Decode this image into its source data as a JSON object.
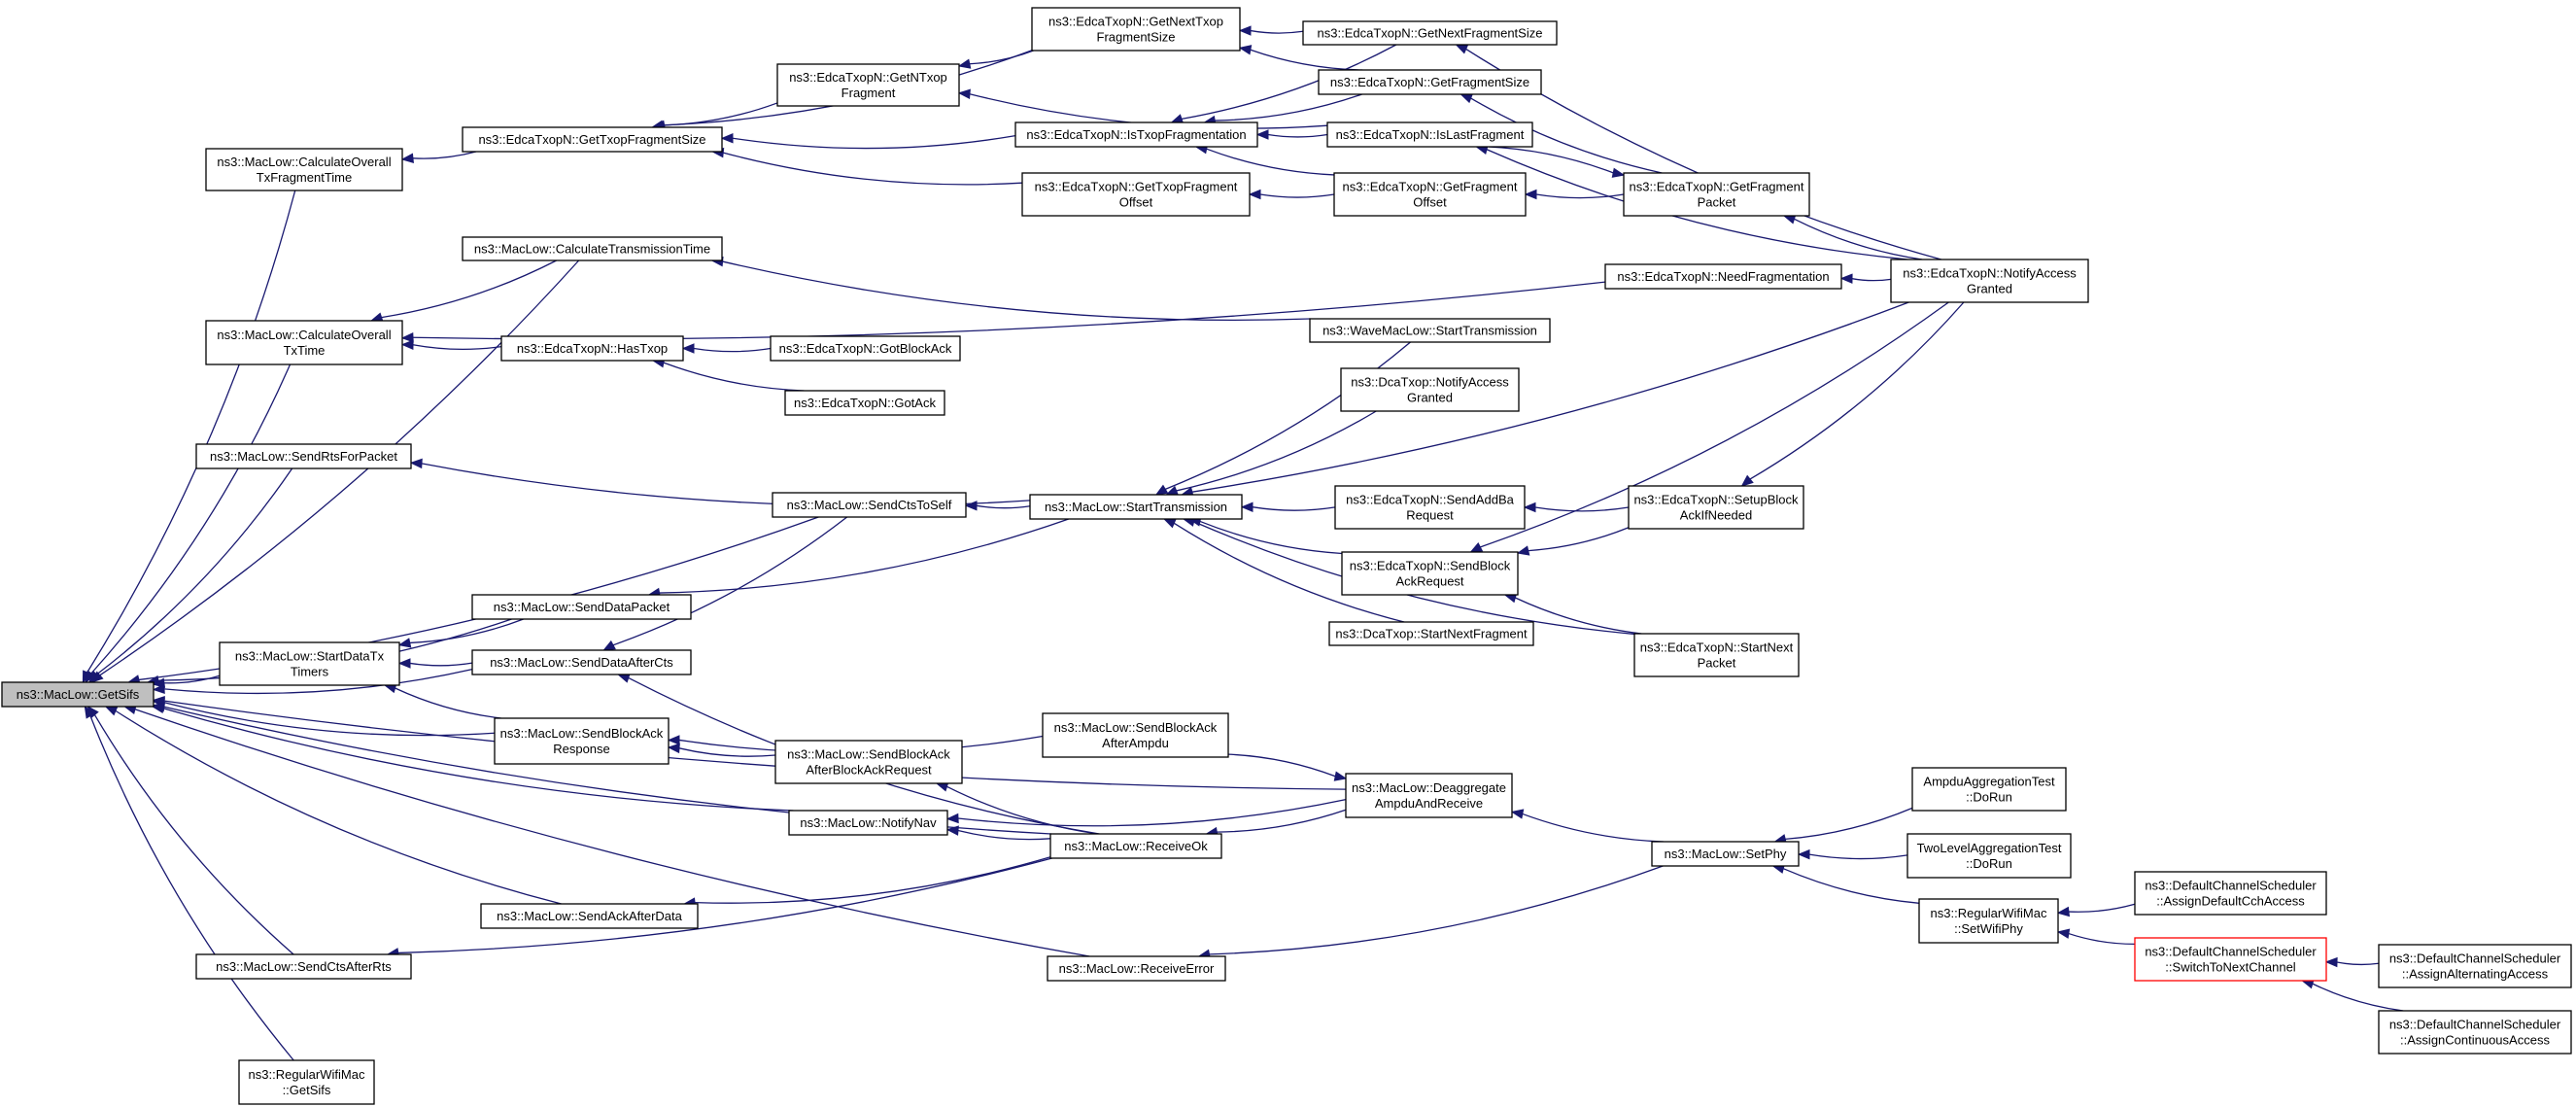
{
  "diagram": {
    "root": "n0",
    "arrow_color": "#191970",
    "nodes": [
      {
        "id": "n0",
        "lines": [
          "ns3::MacLow::GetSifs"
        ],
        "root": true
      },
      {
        "id": "n1",
        "lines": [
          "ns3::MacLow::CalculateOverall",
          "TxFragmentTime"
        ]
      },
      {
        "id": "n2",
        "lines": [
          "ns3::MacLow::CalculateTransmissionTime"
        ]
      },
      {
        "id": "n3",
        "lines": [
          "ns3::MacLow::CalculateOverall",
          "TxTime"
        ]
      },
      {
        "id": "n4",
        "lines": [
          "ns3::MacLow::SendRtsForPacket"
        ]
      },
      {
        "id": "n5",
        "lines": [
          "ns3::MacLow::StartDataTx",
          "Timers"
        ]
      },
      {
        "id": "n6",
        "lines": [
          "ns3::MacLow::SendCtsAfterRts"
        ]
      },
      {
        "id": "n7",
        "lines": [
          "ns3::RegularWifiMac",
          "::GetSifs"
        ]
      },
      {
        "id": "n8",
        "lines": [
          "ns3::EdcaTxopN::GetTxopFragmentSize"
        ]
      },
      {
        "id": "n9",
        "lines": [
          "ns3::EdcaTxopN::HasTxop"
        ]
      },
      {
        "id": "n10",
        "lines": [
          "ns3::MacLow::SendDataPacket"
        ]
      },
      {
        "id": "n11",
        "lines": [
          "ns3::MacLow::SendDataAfterCts"
        ]
      },
      {
        "id": "n12",
        "lines": [
          "ns3::MacLow::SendBlockAck",
          "Response"
        ]
      },
      {
        "id": "n13",
        "lines": [
          "ns3::MacLow::SendAckAfterData"
        ]
      },
      {
        "id": "n14",
        "lines": [
          "ns3::EdcaTxopN::GetNTxop",
          "Fragment"
        ]
      },
      {
        "id": "n15",
        "lines": [
          "ns3::EdcaTxopN::GotBlockAck"
        ]
      },
      {
        "id": "n16",
        "lines": [
          "ns3::EdcaTxopN::GotAck"
        ]
      },
      {
        "id": "n17",
        "lines": [
          "ns3::MacLow::SendCtsToSelf"
        ]
      },
      {
        "id": "n18",
        "lines": [
          "ns3::MacLow::SendBlockAck",
          "AfterBlockAckRequest"
        ]
      },
      {
        "id": "n19",
        "lines": [
          "ns3::MacLow::NotifyNav"
        ]
      },
      {
        "id": "n20",
        "lines": [
          "ns3::EdcaTxopN::GetNextTxop",
          "FragmentSize"
        ]
      },
      {
        "id": "n21",
        "lines": [
          "ns3::EdcaTxopN::IsTxopFragmentation"
        ]
      },
      {
        "id": "n22",
        "lines": [
          "ns3::EdcaTxopN::GetTxopFragment",
          "Offset"
        ]
      },
      {
        "id": "n23",
        "lines": [
          "ns3::MacLow::StartTransmission"
        ]
      },
      {
        "id": "n24",
        "lines": [
          "ns3::MacLow::SendBlockAck",
          "AfterAmpdu"
        ]
      },
      {
        "id": "n25",
        "lines": [
          "ns3::MacLow::ReceiveOk"
        ]
      },
      {
        "id": "n26",
        "lines": [
          "ns3::MacLow::ReceiveError"
        ]
      },
      {
        "id": "n27",
        "lines": [
          "ns3::EdcaTxopN::GetNextFragmentSize"
        ]
      },
      {
        "id": "n28",
        "lines": [
          "ns3::EdcaTxopN::GetFragmentSize"
        ]
      },
      {
        "id": "n29",
        "lines": [
          "ns3::EdcaTxopN::IsLastFragment"
        ]
      },
      {
        "id": "n30",
        "lines": [
          "ns3::EdcaTxopN::GetFragment",
          "Offset"
        ]
      },
      {
        "id": "n31",
        "lines": [
          "ns3::WaveMacLow::StartTransmission"
        ]
      },
      {
        "id": "n32",
        "lines": [
          "ns3::DcaTxop::NotifyAccess",
          "Granted"
        ]
      },
      {
        "id": "n33",
        "lines": [
          "ns3::EdcaTxopN::SendAddBa",
          "Request"
        ]
      },
      {
        "id": "n34",
        "lines": [
          "ns3::EdcaTxopN::SendBlock",
          "AckRequest"
        ]
      },
      {
        "id": "n35",
        "lines": [
          "ns3::DcaTxop::StartNextFragment"
        ]
      },
      {
        "id": "n36",
        "lines": [
          "ns3::MacLow::Deaggregate",
          "AmpduAndReceive"
        ]
      },
      {
        "id": "n37",
        "lines": [
          "ns3::EdcaTxopN::NeedFragmentation"
        ]
      },
      {
        "id": "n38",
        "lines": [
          "ns3::EdcaTxopN::GetFragment",
          "Packet"
        ]
      },
      {
        "id": "n39",
        "lines": [
          "ns3::EdcaTxopN::SetupBlock",
          "AckIfNeeded"
        ]
      },
      {
        "id": "n40",
        "lines": [
          "ns3::EdcaTxopN::StartNext",
          "Packet"
        ]
      },
      {
        "id": "n41",
        "lines": [
          "ns3::MacLow::SetPhy"
        ]
      },
      {
        "id": "n42",
        "lines": [
          "ns3::EdcaTxopN::NotifyAccess",
          "Granted"
        ]
      },
      {
        "id": "n43",
        "lines": [
          "AmpduAggregationTest",
          "::DoRun"
        ]
      },
      {
        "id": "n44",
        "lines": [
          "TwoLevelAggregationTest",
          "::DoRun"
        ]
      },
      {
        "id": "n45",
        "lines": [
          "ns3::RegularWifiMac",
          "::SetWifiPhy"
        ]
      },
      {
        "id": "n46",
        "lines": [
          "ns3::DefaultChannelScheduler",
          "::AssignDefaultCchAccess"
        ]
      },
      {
        "id": "n47",
        "lines": [
          "ns3::DefaultChannelScheduler",
          "::SwitchToNextChannel"
        ],
        "truncated": true
      },
      {
        "id": "n48",
        "lines": [
          "ns3::DefaultChannelScheduler",
          "::AssignAlternatingAccess"
        ]
      },
      {
        "id": "n49",
        "lines": [
          "ns3::DefaultChannelScheduler",
          "::AssignContinuousAccess"
        ]
      }
    ],
    "edges": [
      [
        "n1",
        "n0"
      ],
      [
        "n2",
        "n0"
      ],
      [
        "n3",
        "n0"
      ],
      [
        "n4",
        "n0"
      ],
      [
        "n17",
        "n0"
      ],
      [
        "n10",
        "n0"
      ],
      [
        "n5",
        "n0"
      ],
      [
        "n11",
        "n0"
      ],
      [
        "n12",
        "n0"
      ],
      [
        "n19",
        "n0"
      ],
      [
        "n36",
        "n0"
      ],
      [
        "n13",
        "n0"
      ],
      [
        "n6",
        "n0"
      ],
      [
        "n7",
        "n0"
      ],
      [
        "n25",
        "n0"
      ],
      [
        "n26",
        "n0"
      ],
      [
        "n8",
        "n1"
      ],
      [
        "n2",
        "n3"
      ],
      [
        "n37",
        "n3"
      ],
      [
        "n9",
        "n3"
      ],
      [
        "n14",
        "n8"
      ],
      [
        "n20",
        "n8"
      ],
      [
        "n21",
        "n8"
      ],
      [
        "n22",
        "n8"
      ],
      [
        "n31",
        "n2"
      ],
      [
        "n15",
        "n9"
      ],
      [
        "n16",
        "n9"
      ],
      [
        "n23",
        "n4"
      ],
      [
        "n23",
        "n17"
      ],
      [
        "n23",
        "n10"
      ],
      [
        "n10",
        "n5"
      ],
      [
        "n11",
        "n5"
      ],
      [
        "n12",
        "n5"
      ],
      [
        "n17",
        "n11"
      ],
      [
        "n25",
        "n11"
      ],
      [
        "n24",
        "n12"
      ],
      [
        "n18",
        "n12"
      ],
      [
        "n25",
        "n6"
      ],
      [
        "n25",
        "n13"
      ],
      [
        "n25",
        "n18"
      ],
      [
        "n25",
        "n19"
      ],
      [
        "n36",
        "n19"
      ],
      [
        "n36",
        "n25"
      ],
      [
        "n24",
        "n36"
      ],
      [
        "n41",
        "n36"
      ],
      [
        "n41",
        "n26"
      ],
      [
        "n20",
        "n14"
      ],
      [
        "n29",
        "n14"
      ],
      [
        "n27",
        "n20"
      ],
      [
        "n28",
        "n20"
      ],
      [
        "n27",
        "n21"
      ],
      [
        "n28",
        "n21"
      ],
      [
        "n29",
        "n21"
      ],
      [
        "n30",
        "n21"
      ],
      [
        "n30",
        "n22"
      ],
      [
        "n29",
        "n38"
      ],
      [
        "n38",
        "n30"
      ],
      [
        "n42",
        "n27"
      ],
      [
        "n42",
        "n29"
      ],
      [
        "n38",
        "n28"
      ],
      [
        "n42",
        "n38"
      ],
      [
        "n42",
        "n37"
      ],
      [
        "n31",
        "n23"
      ],
      [
        "n32",
        "n23"
      ],
      [
        "n42",
        "n23"
      ],
      [
        "n33",
        "n23"
      ],
      [
        "n34",
        "n23"
      ],
      [
        "n35",
        "n23"
      ],
      [
        "n40",
        "n23"
      ],
      [
        "n39",
        "n33"
      ],
      [
        "n42",
        "n39"
      ],
      [
        "n39",
        "n34"
      ],
      [
        "n42",
        "n34"
      ],
      [
        "n40",
        "n34"
      ],
      [
        "n43",
        "n41"
      ],
      [
        "n44",
        "n41"
      ],
      [
        "n45",
        "n41"
      ],
      [
        "n46",
        "n45"
      ],
      [
        "n47",
        "n45"
      ],
      [
        "n48",
        "n47"
      ],
      [
        "n49",
        "n47"
      ]
    ]
  }
}
